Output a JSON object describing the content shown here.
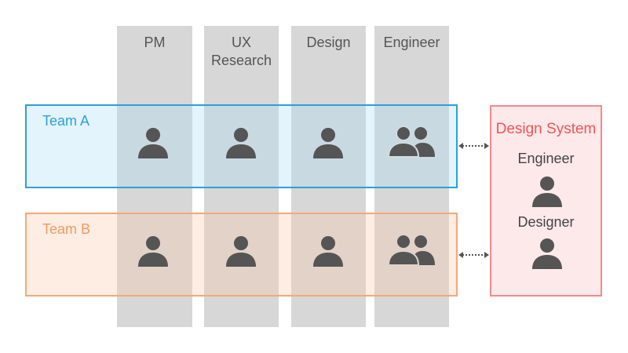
{
  "columns": [
    {
      "label": "PM"
    },
    {
      "label": "UX\nResearch"
    },
    {
      "label": "Design"
    },
    {
      "label": "Engineer"
    }
  ],
  "teams": [
    {
      "label": "Team A",
      "color": "#2e9fd8"
    },
    {
      "label": "Team B",
      "color": "#f39a61"
    }
  ],
  "design_system": {
    "title": "Design System",
    "roles": [
      "Engineer",
      "Designer"
    ],
    "color": "#f05454"
  },
  "icons": {
    "person": "person-icon",
    "group": "group-icon"
  }
}
